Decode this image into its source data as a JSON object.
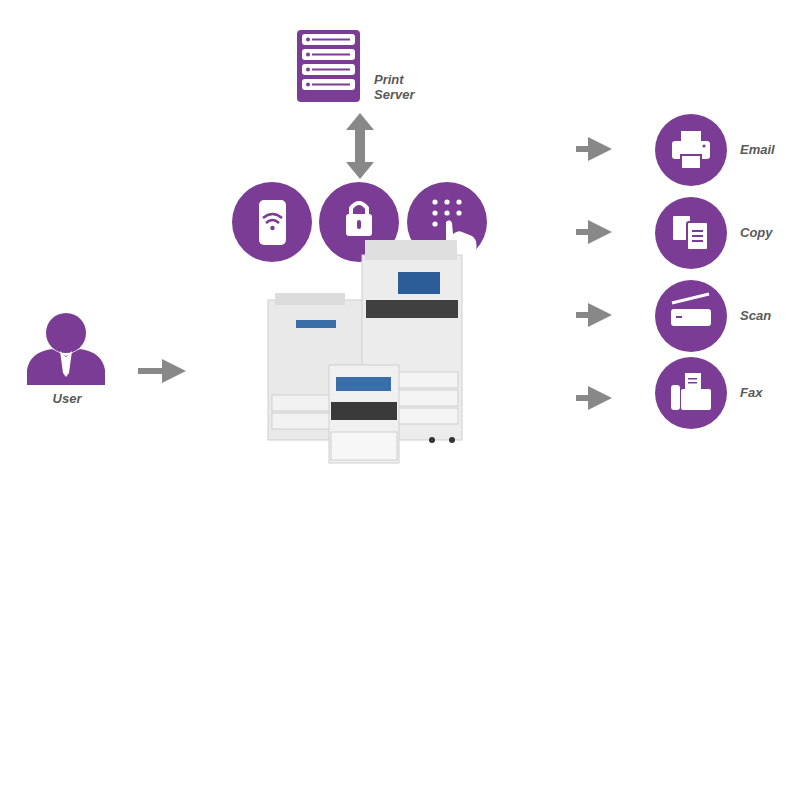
{
  "diagram": {
    "nodes": [
      {
        "text": [
          "Print Server"
        ]
      },
      {
        "text": [
          "User"
        ]
      },
      {
        "text": [
          "Email"
        ]
      },
      {
        "text": [
          "Copy"
        ]
      },
      {
        "text": [
          "Scan"
        ]
      },
      {
        "text": [
          "Fax"
        ]
      }
    ]
  }
}
